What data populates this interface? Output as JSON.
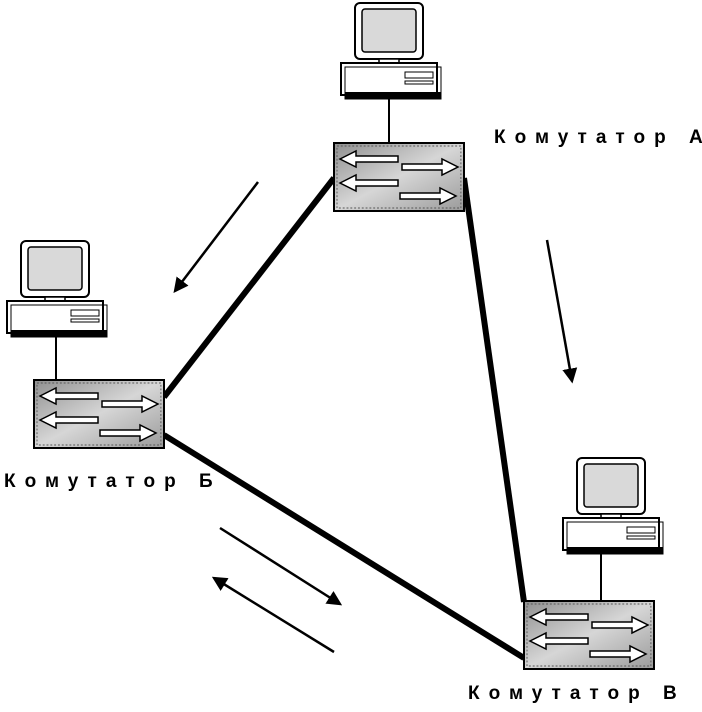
{
  "switches": {
    "a": {
      "label": "Комутатор  А"
    },
    "b": {
      "label": "Комутатор  Б"
    },
    "v": {
      "label": "Комутатор  В"
    }
  },
  "icons": [
    "computer-icon",
    "switch-icon",
    "arrow-icon"
  ],
  "colors": {
    "line": "#000000",
    "switch_fill": "#c8c8c8",
    "screen": "#d8d8d8"
  }
}
